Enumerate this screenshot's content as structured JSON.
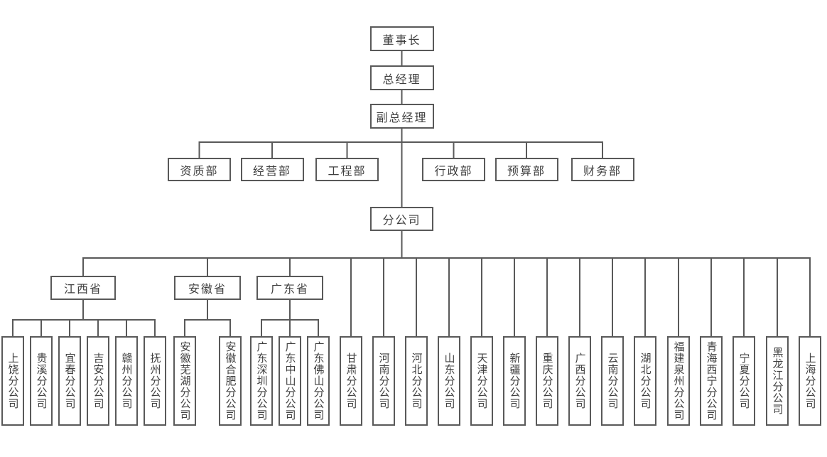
{
  "colors": {
    "background": "#ffffff",
    "box_fill": "#ffffff",
    "box_border": "#595959",
    "line": "#595959",
    "text": "#3f3f3f"
  },
  "org_chart": {
    "type": "org-tree",
    "chain": [
      {
        "id": "chairman",
        "label": "董事长"
      },
      {
        "id": "general-manager",
        "label": "总经理"
      },
      {
        "id": "deputy-general-manager",
        "label": "副总经理"
      }
    ],
    "departments": [
      {
        "id": "dept-qualification",
        "label": "资质部"
      },
      {
        "id": "dept-operations",
        "label": "经营部"
      },
      {
        "id": "dept-engineering",
        "label": "工程部"
      },
      {
        "id": "dept-administration",
        "label": "行政部"
      },
      {
        "id": "dept-budget",
        "label": "预算部"
      },
      {
        "id": "dept-finance",
        "label": "财务部"
      }
    ],
    "branch_hub": {
      "id": "branch-office",
      "label": "分公司"
    },
    "province_groups": [
      {
        "id": "province-jiangxi",
        "label": "江西省",
        "children": [
          {
            "id": "branch-shangrao",
            "label": "上饶分公司"
          },
          {
            "id": "branch-guixi",
            "label": "贵溪分公司"
          },
          {
            "id": "branch-yichun",
            "label": "宜春分公司"
          },
          {
            "id": "branch-jian",
            "label": "吉安分公司"
          },
          {
            "id": "branch-ganzhou",
            "label": "赣州分公司"
          },
          {
            "id": "branch-fuzhou-jiangxi",
            "label": "抚州分公司"
          }
        ]
      },
      {
        "id": "province-anhui",
        "label": "安徽省",
        "children": [
          {
            "id": "branch-anhui-wuhu",
            "label": "安徽芜湖分公司"
          },
          {
            "id": "branch-anhui-hefei",
            "label": "安徽合肥分公司"
          }
        ]
      },
      {
        "id": "province-guangdong",
        "label": "广东省",
        "children": [
          {
            "id": "branch-guangdong-shenzhen",
            "label": "广东深圳分公司"
          },
          {
            "id": "branch-guangdong-zhongshan",
            "label": "广东中山分公司"
          },
          {
            "id": "branch-guangdong-foshan",
            "label": "广东佛山分公司"
          }
        ]
      }
    ],
    "direct_branches": [
      {
        "id": "branch-gansu",
        "label": "甘肃分公司"
      },
      {
        "id": "branch-henan",
        "label": "河南分公司"
      },
      {
        "id": "branch-hebei",
        "label": "河北分公司"
      },
      {
        "id": "branch-shandong",
        "label": "山东分公司"
      },
      {
        "id": "branch-tianjin",
        "label": "天津分公司"
      },
      {
        "id": "branch-xinjiang",
        "label": "新疆分公司"
      },
      {
        "id": "branch-chongqing",
        "label": "重庆分公司"
      },
      {
        "id": "branch-guangxi",
        "label": "广西分公司"
      },
      {
        "id": "branch-yunnan",
        "label": "云南分公司"
      },
      {
        "id": "branch-hubei",
        "label": "湖北分公司"
      },
      {
        "id": "branch-fujian-quanzhou",
        "label": "福建泉州分公司"
      },
      {
        "id": "branch-qinghai-xining",
        "label": "青海西宁分公司"
      },
      {
        "id": "branch-ningxia",
        "label": "宁夏分公司"
      },
      {
        "id": "branch-heilongjiang",
        "label": "黑龙江分公司"
      },
      {
        "id": "branch-shanghai",
        "label": "上海分公司"
      }
    ]
  }
}
